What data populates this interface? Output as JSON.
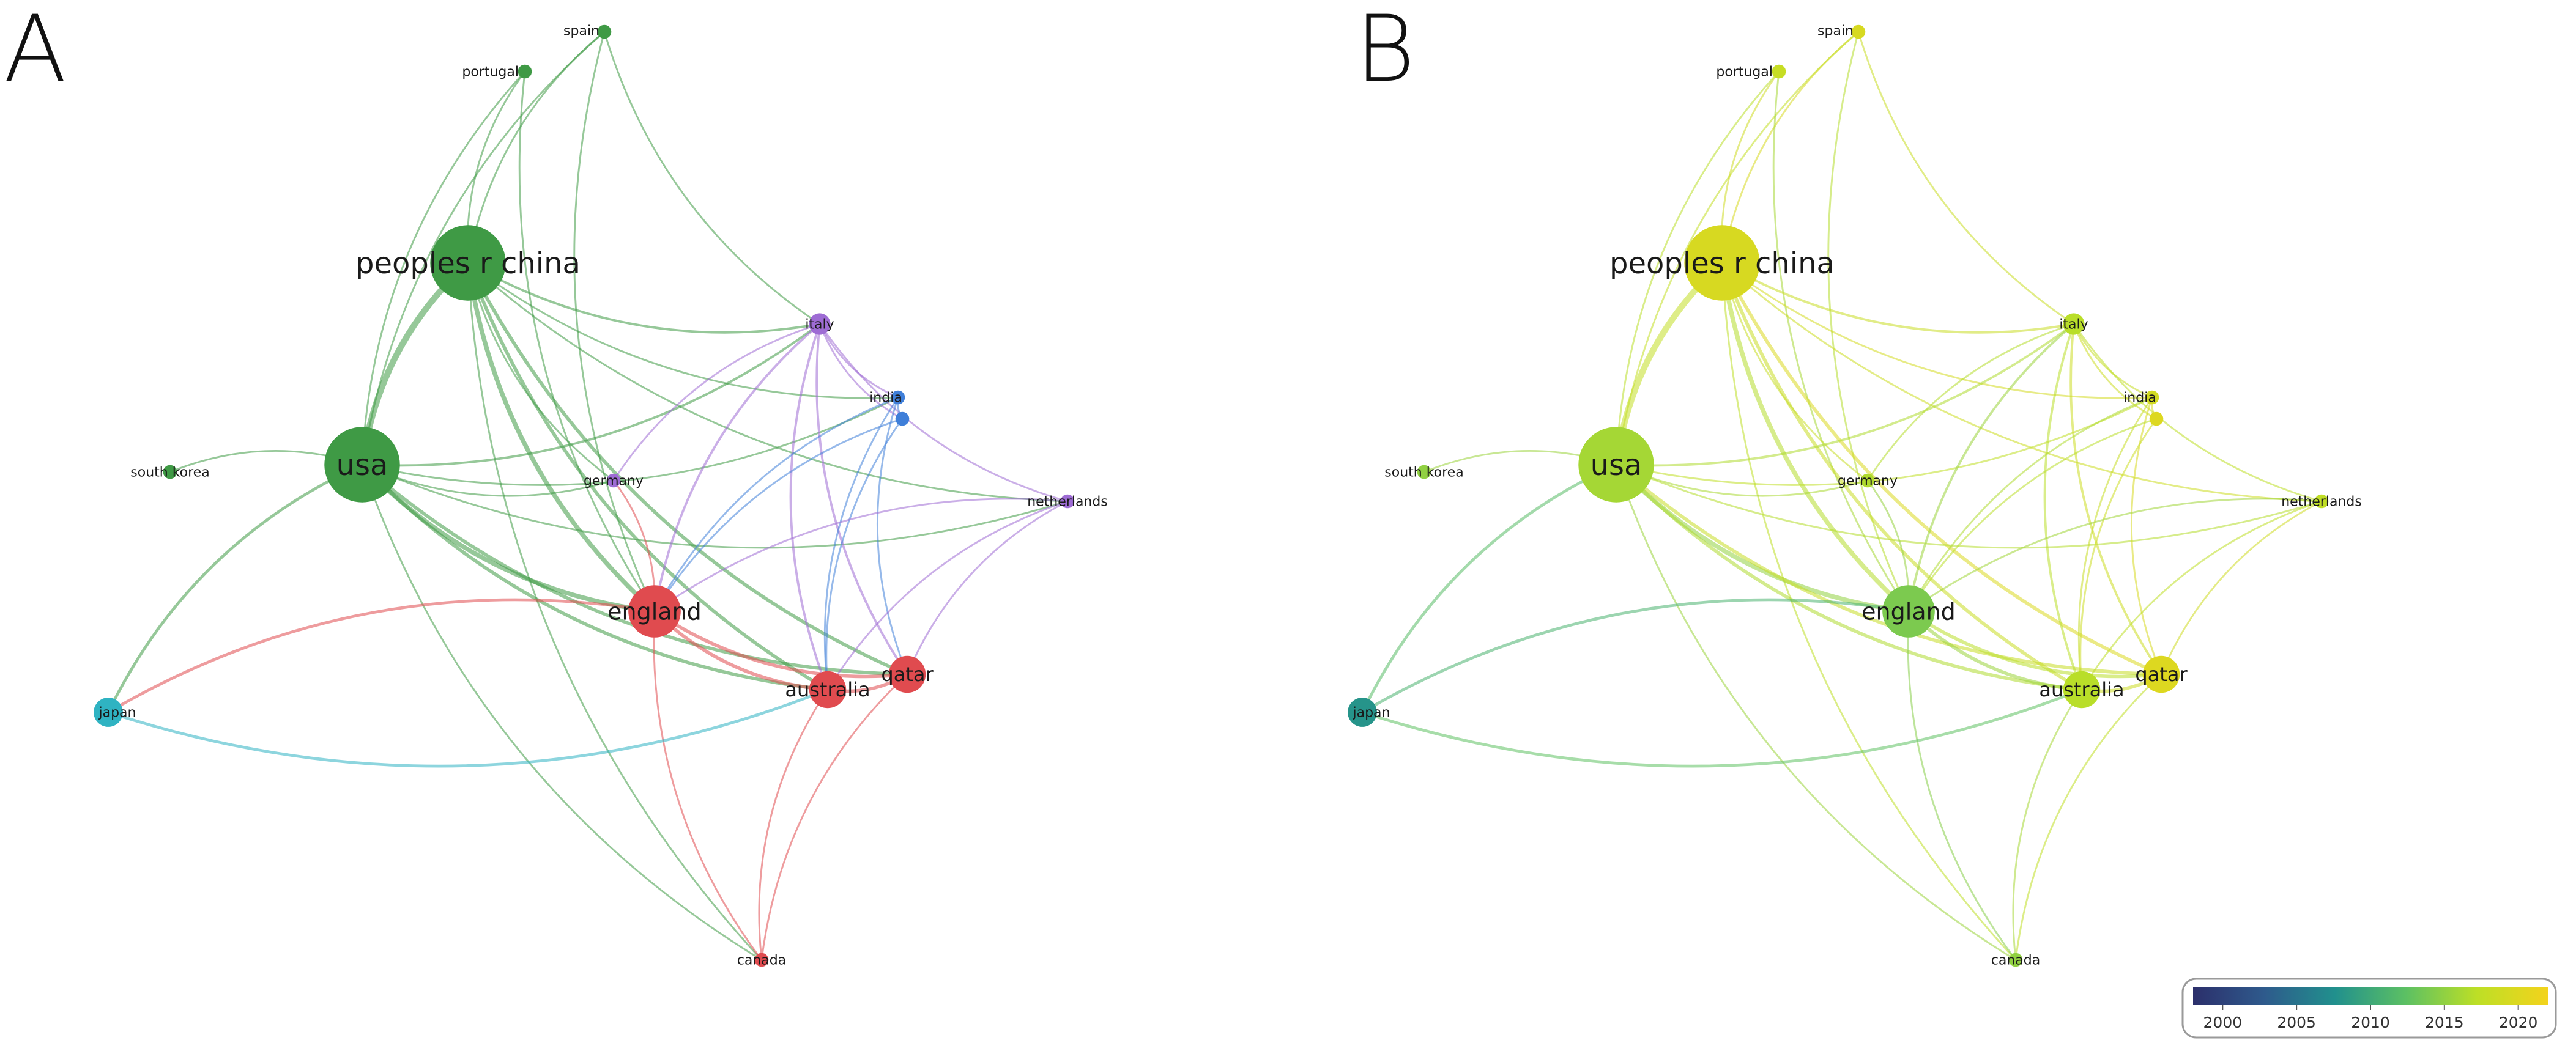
{
  "panels": [
    {
      "letter": "A",
      "view": "cluster"
    },
    {
      "letter": "B",
      "view": "overlay"
    }
  ],
  "nodes": [
    {
      "id": "spain",
      "label": "spain",
      "weight": 1,
      "cluster": "green",
      "year": 2019.5
    },
    {
      "id": "portugal",
      "label": "portugal",
      "weight": 1,
      "cluster": "green",
      "year": 2018.0
    },
    {
      "id": "china",
      "label": "peoples r china",
      "weight": 9,
      "cluster": "green",
      "year": 2019.5
    },
    {
      "id": "usa",
      "label": "usa",
      "weight": 9,
      "cluster": "green",
      "year": 2016.0
    },
    {
      "id": "southkorea",
      "label": "south korea",
      "weight": 1,
      "cluster": "green",
      "year": 2015.0
    },
    {
      "id": "germany",
      "label": "germany",
      "weight": 1,
      "cluster": "purple",
      "year": 2016.5
    },
    {
      "id": "italy",
      "label": "italy",
      "weight": 2,
      "cluster": "purple",
      "year": 2017.0
    },
    {
      "id": "india",
      "label": "india",
      "weight": 1,
      "cluster": "blue",
      "year": 2019.0
    },
    {
      "id": "india2",
      "label": "",
      "weight": 1,
      "cluster": "blue",
      "year": 2020.0
    },
    {
      "id": "netherlands",
      "label": "netherlands",
      "weight": 1,
      "cluster": "purple",
      "year": 2017.5
    },
    {
      "id": "england",
      "label": "england",
      "weight": 6,
      "cluster": "red",
      "year": 2014.0
    },
    {
      "id": "australia",
      "label": "australia",
      "weight": 4,
      "cluster": "red",
      "year": 2017.0
    },
    {
      "id": "qatar",
      "label": "qatar",
      "weight": 4,
      "cluster": "red",
      "year": 2020.0
    },
    {
      "id": "japan",
      "label": "japan",
      "weight": 3,
      "cluster": "cyan",
      "year": 2008.0
    },
    {
      "id": "canada",
      "label": "canada",
      "weight": 1,
      "cluster": "red",
      "year": 2015.0
    }
  ],
  "links": [
    [
      "spain",
      "china"
    ],
    [
      "spain",
      "usa"
    ],
    [
      "spain",
      "italy"
    ],
    [
      "spain",
      "england"
    ],
    [
      "portugal",
      "china"
    ],
    [
      "portugal",
      "usa"
    ],
    [
      "portugal",
      "england"
    ],
    [
      "china",
      "usa"
    ],
    [
      "china",
      "italy"
    ],
    [
      "china",
      "india"
    ],
    [
      "china",
      "netherlands"
    ],
    [
      "china",
      "england"
    ],
    [
      "china",
      "australia"
    ],
    [
      "china",
      "qatar"
    ],
    [
      "china",
      "germany"
    ],
    [
      "china",
      "canada"
    ],
    [
      "usa",
      "southkorea"
    ],
    [
      "usa",
      "japan"
    ],
    [
      "usa",
      "italy"
    ],
    [
      "usa",
      "india"
    ],
    [
      "usa",
      "germany"
    ],
    [
      "usa",
      "netherlands"
    ],
    [
      "usa",
      "england"
    ],
    [
      "usa",
      "australia"
    ],
    [
      "usa",
      "qatar"
    ],
    [
      "usa",
      "canada"
    ],
    [
      "italy",
      "india"
    ],
    [
      "italy",
      "india2"
    ],
    [
      "italy",
      "netherlands"
    ],
    [
      "italy",
      "england"
    ],
    [
      "italy",
      "australia"
    ],
    [
      "italy",
      "qatar"
    ],
    [
      "italy",
      "germany"
    ],
    [
      "india",
      "india2"
    ],
    [
      "india",
      "england"
    ],
    [
      "india",
      "australia"
    ],
    [
      "india",
      "qatar"
    ],
    [
      "india2",
      "australia"
    ],
    [
      "india2",
      "england"
    ],
    [
      "netherlands",
      "england"
    ],
    [
      "netherlands",
      "australia"
    ],
    [
      "netherlands",
      "qatar"
    ],
    [
      "england",
      "australia"
    ],
    [
      "england",
      "qatar"
    ],
    [
      "england",
      "japan"
    ],
    [
      "england",
      "canada"
    ],
    [
      "england",
      "germany"
    ],
    [
      "australia",
      "qatar"
    ],
    [
      "australia",
      "canada"
    ],
    [
      "qatar",
      "canada"
    ],
    [
      "japan",
      "australia"
    ]
  ],
  "cluster_colors": {
    "green": "#3f9a45",
    "red": "#e04b4f",
    "purple": "#9e6cd4",
    "blue": "#3f7fd9",
    "cyan": "#2fb3c2"
  },
  "legend": {
    "ticks": [
      "2000",
      "2005",
      "2010",
      "2015",
      "2020"
    ],
    "range": [
      1998,
      2022
    ],
    "stops": [
      "#2c2f6b",
      "#2e5a8c",
      "#21908d",
      "#5cc063",
      "#bddf26",
      "#f3d31c"
    ]
  }
}
